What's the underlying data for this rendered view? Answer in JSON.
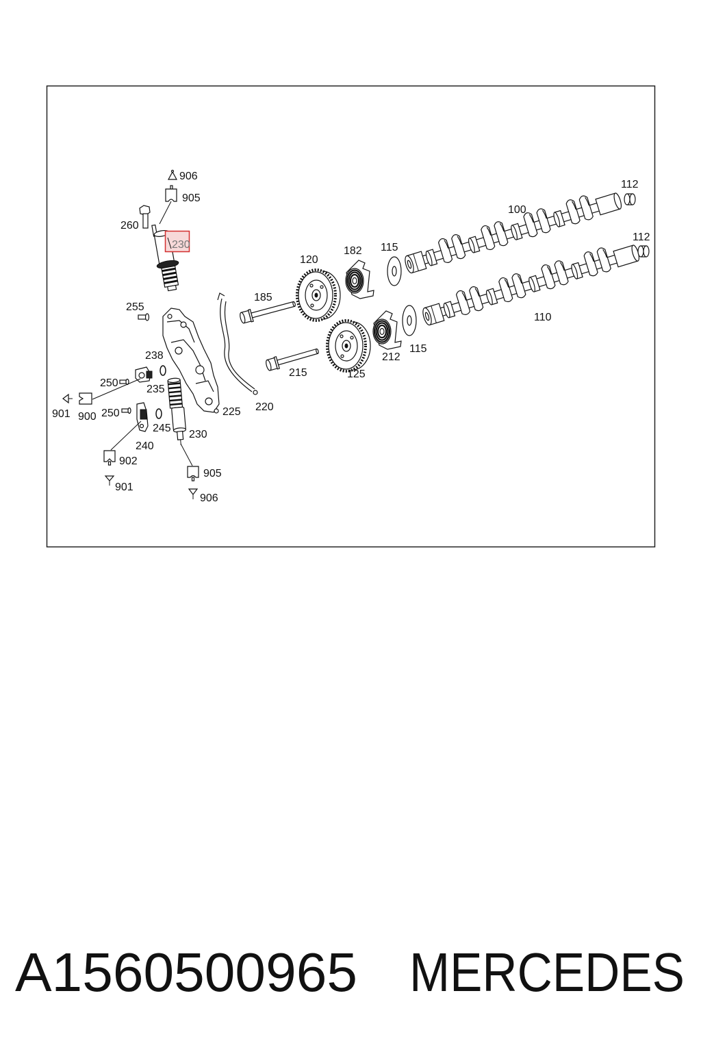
{
  "diagram": {
    "callouts": [
      "906",
      "905",
      "260",
      "255",
      "238",
      "250",
      "235",
      "901",
      "900",
      "250",
      "245",
      "240",
      "230",
      "902",
      "901",
      "905",
      "906",
      "225",
      "220",
      "185",
      "215",
      "120",
      "125",
      "182",
      "212",
      "115",
      "115",
      "100",
      "110",
      "112",
      "112"
    ],
    "highlight": {
      "label": "230",
      "stroke_color": "#d32f2f",
      "fill_color": "#f7d9d9"
    }
  },
  "caption": {
    "part_number": "A1560500965",
    "brand": "MERCEDES"
  }
}
